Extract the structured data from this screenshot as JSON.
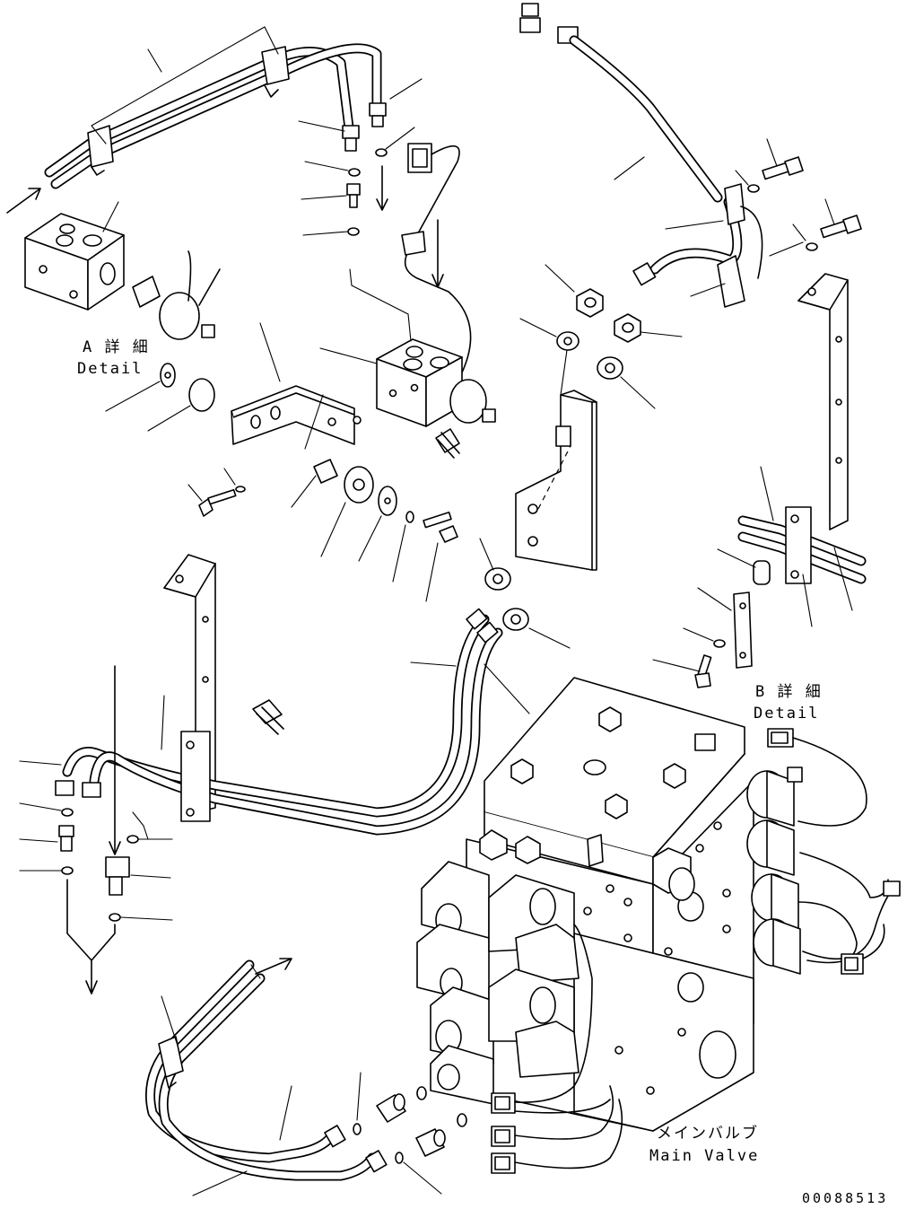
{
  "labels": {
    "detail_a_jp": "A 詳 細",
    "detail_a_en": "Detail",
    "detail_b_jp": "B 詳 細",
    "detail_b_en": "Detail",
    "main_valve_jp": "メインバルブ",
    "main_valve_en": "Main Valve",
    "document_number": "00088513"
  }
}
